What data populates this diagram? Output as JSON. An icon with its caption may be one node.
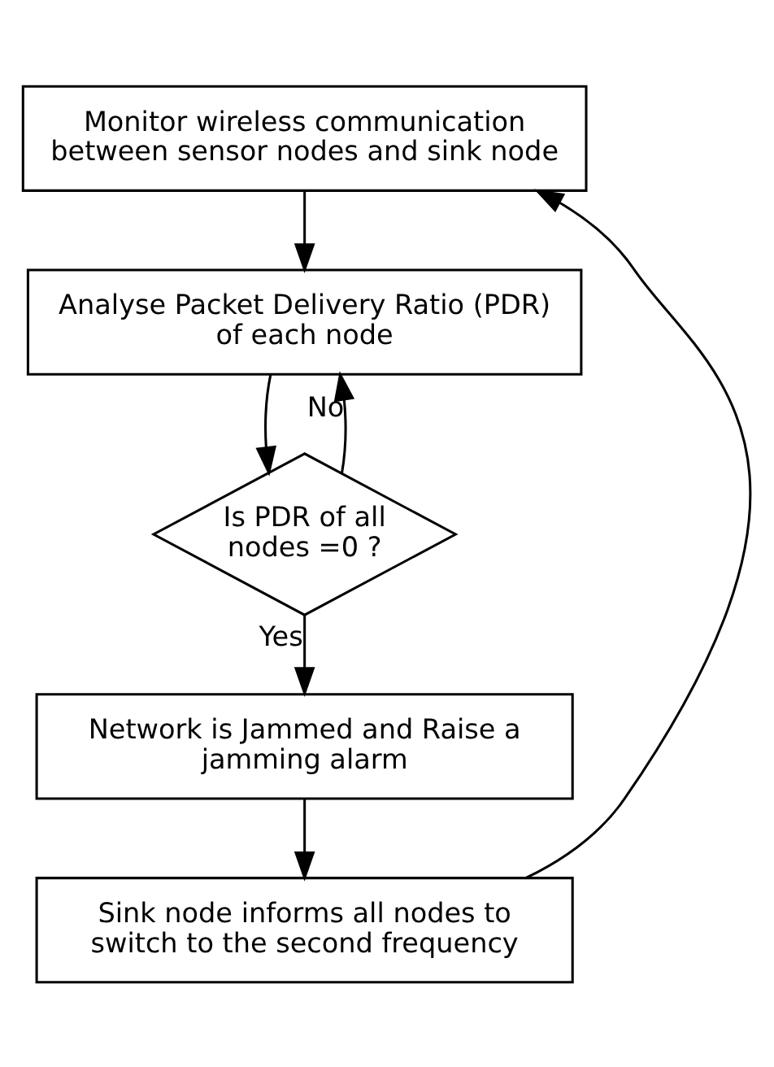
{
  "diagram": {
    "nodes": [
      {
        "text": [
          "Monitor wireless communication between sensor nodes and sink node"
        ]
      },
      {
        "text": [
          "Analyse Packet Delivery Ratio (PDR) of each node"
        ]
      },
      {
        "text": [
          "Is PDR of all nodes =0 ?"
        ]
      },
      {
        "text": [
          "Network is Jammed and Raise a jamming alarm"
        ]
      },
      {
        "text": [
          "Sink node informs all nodes to switch to the second frequency"
        ]
      }
    ],
    "edges": [
      {
        "from": 0,
        "to": 1,
        "arrow": "to"
      },
      {
        "from": 1,
        "to": 2,
        "arrow": "to"
      },
      {
        "from": 2,
        "to": 1,
        "arrow": "to",
        "label": "No"
      },
      {
        "from": 2,
        "to": 3,
        "arrow": "to",
        "label": "Yes"
      },
      {
        "from": 3,
        "to": 4,
        "arrow": "to"
      },
      {
        "from": 4,
        "to": 0,
        "arrow": "to"
      }
    ]
  }
}
